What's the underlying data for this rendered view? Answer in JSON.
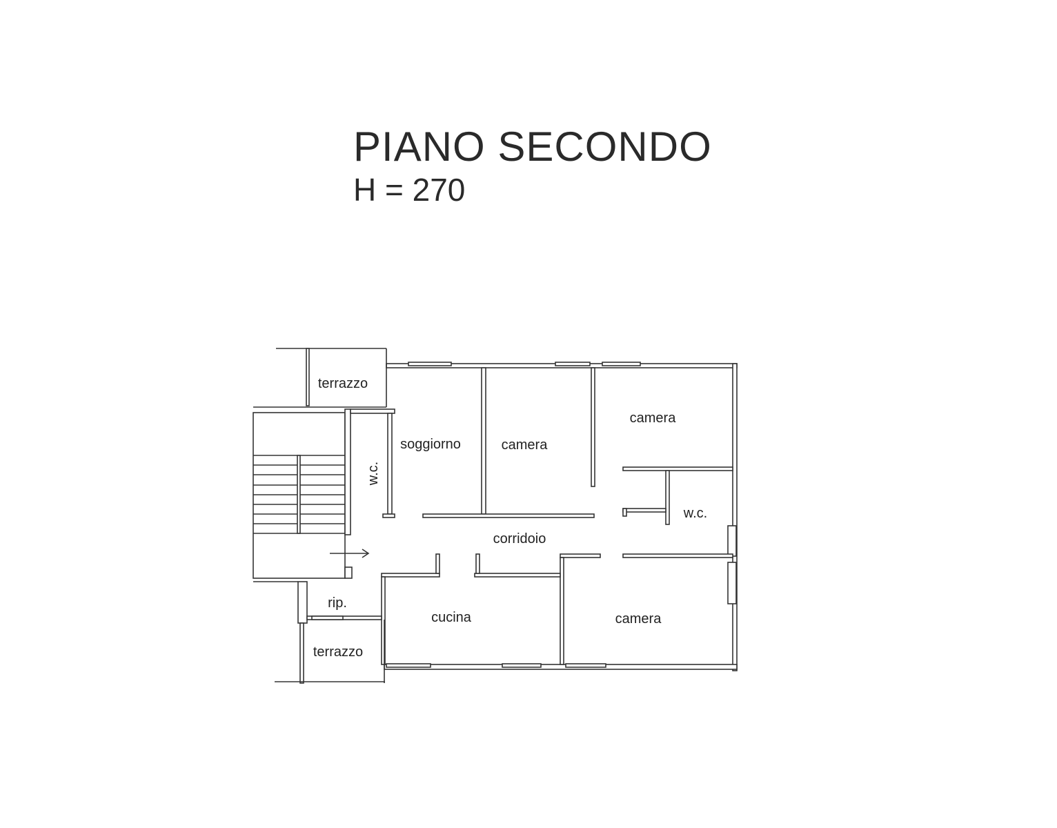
{
  "header": {
    "title": "PIANO SECONDO",
    "height_label": "H = 270"
  },
  "rooms": {
    "terrazzo_north": "terrazzo",
    "soggiorno": "soggiorno",
    "camera_1": "camera",
    "camera_2": "camera",
    "wc_west": "w.c.",
    "wc_east": "w.c.",
    "corridoio": "corridoio",
    "ripostiglio": "rip.",
    "cucina": "cucina",
    "camera_3": "camera",
    "terrazzo_south": "terrazzo"
  },
  "symbols": {
    "entrance": "arrow-right-icon"
  }
}
